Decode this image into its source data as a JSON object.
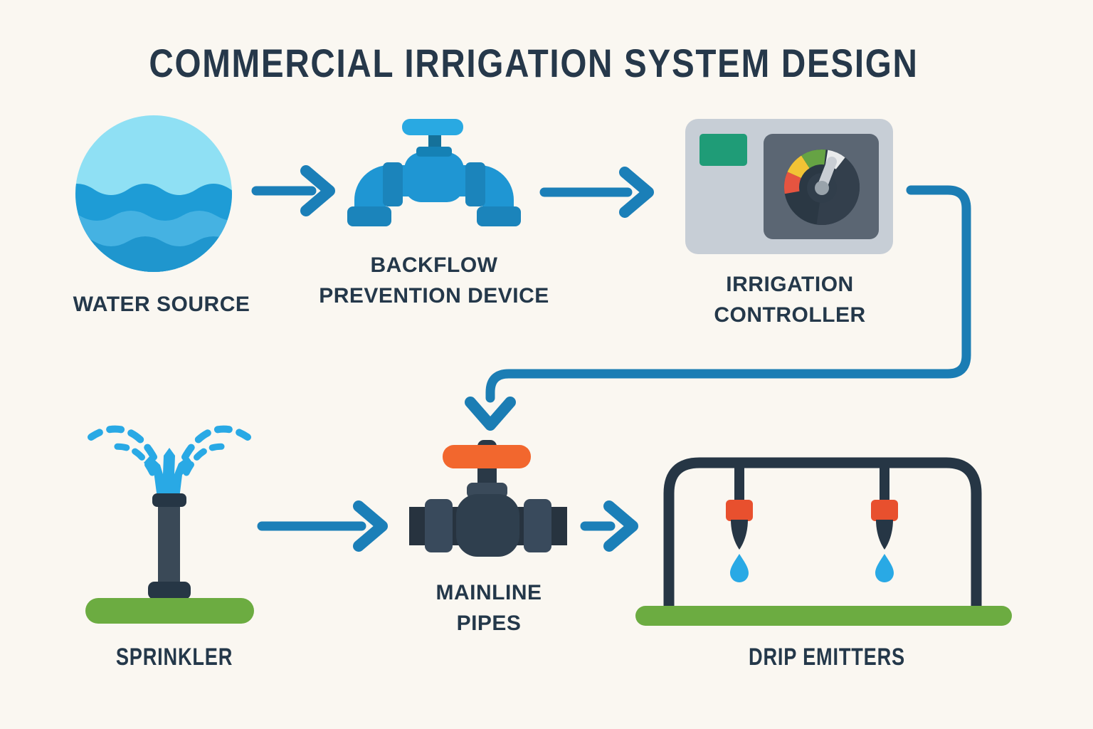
{
  "title": "COMMERCIAL IRRIGATION SYSTEM DESIGN",
  "diagram": {
    "type": "flow-infographic",
    "background_color": "#FAF7F1",
    "text_color": "#24384A",
    "arrow_color": "#1B7FB8",
    "nodes": [
      {
        "id": "water_source",
        "label": "WATER SOURCE",
        "icon": "water-source-icon",
        "colors": {
          "sky": "#8FE0F4",
          "wave_dark": "#1E9CD6",
          "wave_mid": "#45B2E2",
          "wave_bottom": "#1F96CE"
        }
      },
      {
        "id": "backflow_prevention_device",
        "label": "BACKFLOW PREVENTION DEVICE",
        "label_lines": [
          "BACKFLOW",
          "PREVENTION DEVICE"
        ],
        "icon": "backflow-valve-icon",
        "colors": {
          "handle": "#29A9E2",
          "body": "#1F96D3",
          "flange": "#1B84BB",
          "stem": "#15719A"
        }
      },
      {
        "id": "irrigation_controller",
        "label": "IRRIGATION CONTROLLER",
        "label_lines": [
          "IRRIGATION",
          "CONTROLLER"
        ],
        "icon": "controller-dial-icon",
        "colors": {
          "case": "#C7CED6",
          "screen": "#1F9C77",
          "panel": "#5B6673",
          "dial": "#2B3844",
          "arc_red": "#E65440",
          "arc_yellow": "#F2C335",
          "arc_green": "#66A344",
          "arc_white": "#E9EBEC"
        }
      },
      {
        "id": "sprinkler",
        "label": "SPRINKLER",
        "icon": "sprinkler-icon",
        "colors": {
          "pipe": "#3A4957",
          "caps": "#263645",
          "water": "#29A9E5",
          "grass": "#6CAC41"
        }
      },
      {
        "id": "mainline_pipes",
        "label": "MAINLINE PIPES",
        "label_lines": [
          "MAINLINE",
          "PIPES"
        ],
        "icon": "mainline-valve-icon",
        "colors": {
          "handle": "#F2672E",
          "body": "#2F3F4E",
          "pipe": "#27333F",
          "flange": "#394A5C"
        }
      },
      {
        "id": "drip_emitters",
        "label": "DRIP EMITTERS",
        "icon": "drip-emitters-icon",
        "colors": {
          "frame": "#263645",
          "emitter_cap": "#E8502E",
          "droplet": "#29A9E5",
          "grass": "#6CAC41"
        }
      }
    ],
    "edges": [
      {
        "from": "water_source",
        "to": "backflow_prevention_device"
      },
      {
        "from": "backflow_prevention_device",
        "to": "irrigation_controller"
      },
      {
        "from": "irrigation_controller",
        "to": "mainline_pipes"
      },
      {
        "from": "sprinkler",
        "to": "mainline_pipes"
      },
      {
        "from": "mainline_pipes",
        "to": "drip_emitters"
      }
    ]
  }
}
